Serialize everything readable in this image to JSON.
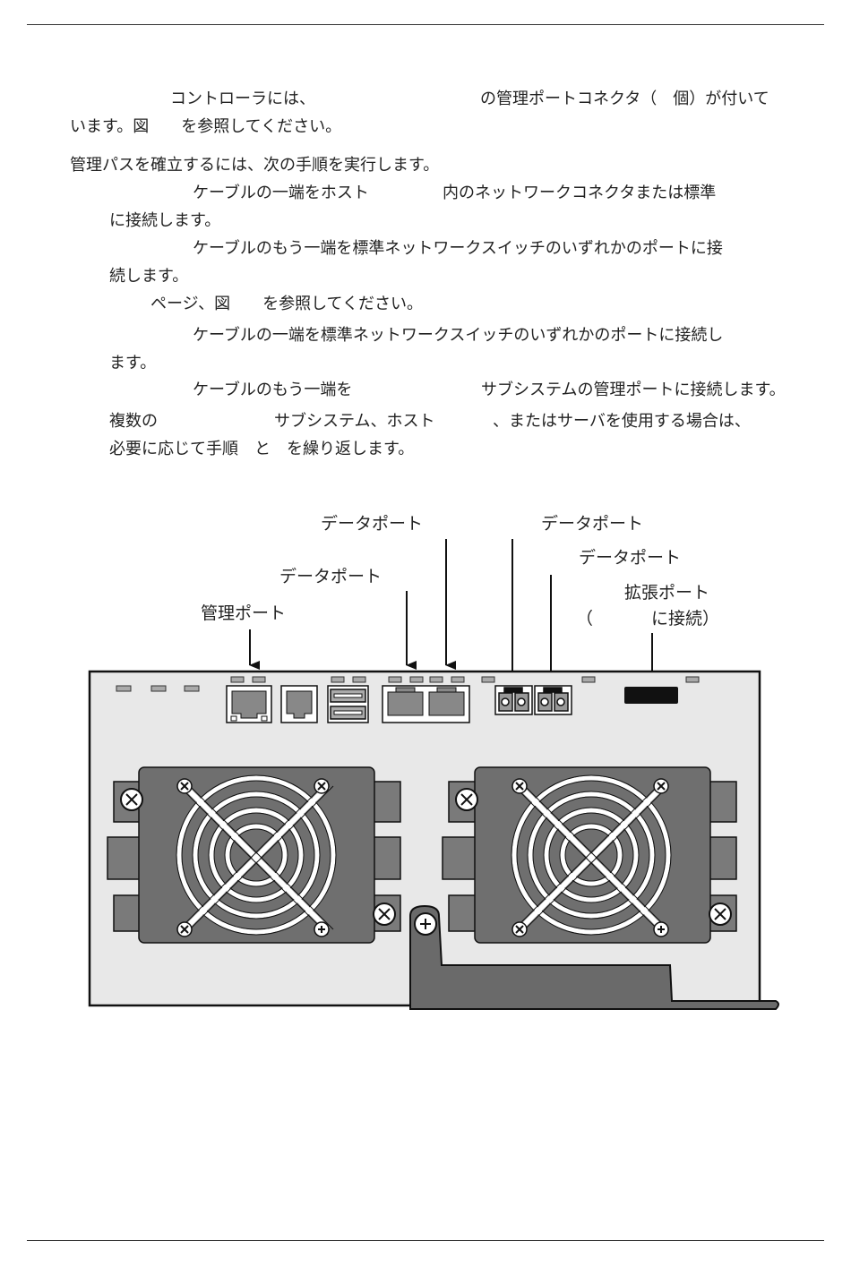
{
  "page": {
    "lines": [
      "コントローラには、",
      "の管理ポートコネクタ（　個）が付いて",
      "います。図　　を参照してください。",
      "管理パスを確立するには、次の手順を実行します。",
      "ケーブルの一端をホスト",
      "内のネットワークコネクタまたは標準",
      "に接続します。",
      "ケーブルのもう一端を標準ネットワークスイッチのいずれかのポートに接",
      "続します。",
      "ページ、図　　を参照してください。",
      "ケーブルの一端を標準ネットワークスイッチのいずれかのポートに接続し",
      "ます。",
      "ケーブルのもう一端を",
      "サブシステムの管理ポートに接続します。",
      "複数の",
      "サブシステム、ホスト",
      "、またはサーバを使用する場合は、",
      "必要に応じて手順　と　を繰り返します。"
    ]
  },
  "figure": {
    "labels": {
      "mgmt_port": "管理ポート",
      "data_port_1": "データポート",
      "data_port_2": "データポート",
      "data_port_3": "データポート",
      "data_port_4": "データポート",
      "expansion_port": "拡張ポート",
      "expansion_note_open": "（",
      "expansion_note_close": "に接続）"
    }
  },
  "colors": {
    "chassis": "#e8e8e8",
    "fan_plate": "#6f6f6f",
    "clip": "#7a7a7a",
    "handle": "#6a6a6a",
    "led": "#aaaaaa",
    "port_black": "#111111"
  }
}
